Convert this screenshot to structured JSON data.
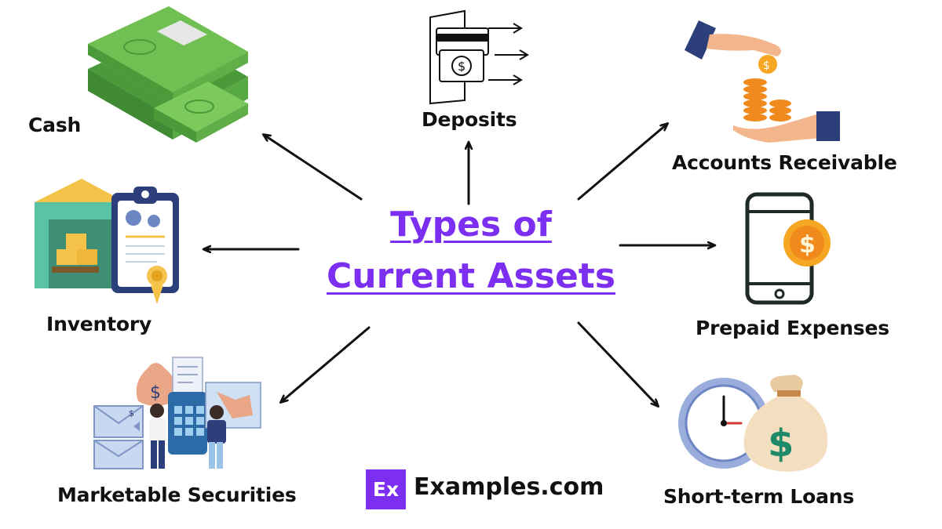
{
  "diagram": {
    "title_line1": "Types of ",
    "title_line2": "Current Assets",
    "items": [
      {
        "label": "Cash"
      },
      {
        "label": "Deposits"
      },
      {
        "label": "Accounts Receivable"
      },
      {
        "label": "Inventory"
      },
      {
        "label": "Prepaid Expenses"
      },
      {
        "label": "Marketable Securities"
      },
      {
        "label": "Short-term Loans"
      }
    ],
    "brand": {
      "logo_text": "Ex",
      "name": "Examples.com"
    }
  },
  "colors": {
    "accent": "#7c2ff0",
    "arrow": "#111111",
    "money_green": "#6fbf52",
    "coin_orange": "#f08a1c",
    "teal": "#5ac3a3",
    "navy": "#2d3f7a",
    "phone_dark": "#1f2a26"
  }
}
